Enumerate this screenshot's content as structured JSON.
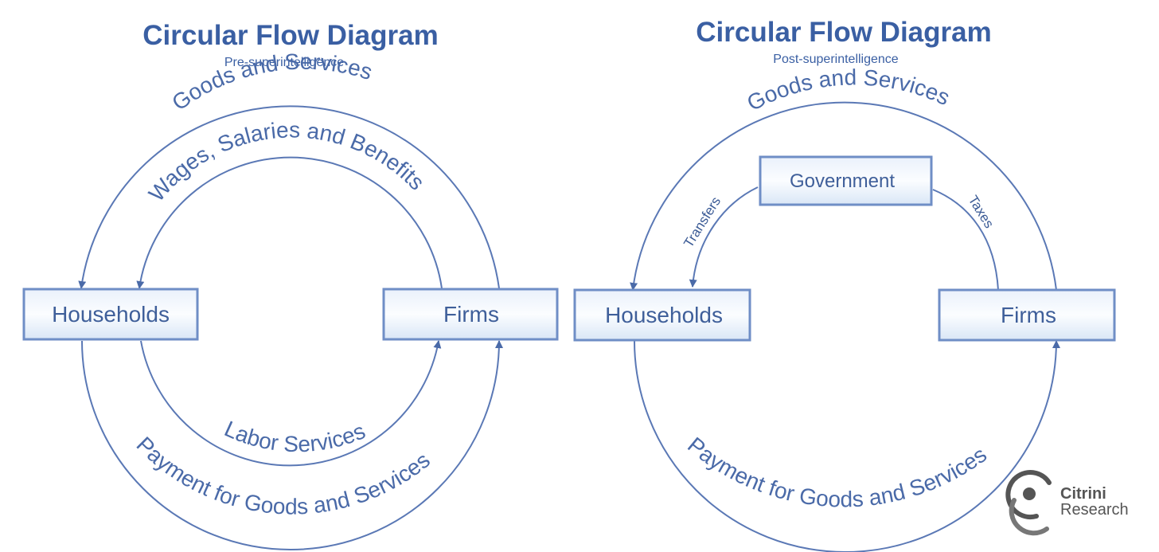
{
  "left": {
    "title": "Circular Flow Diagram",
    "subtitle": "Pre-superintelligence",
    "flows": {
      "goods_services": "Goods and Services",
      "wages": "Wages, Salaries and Benefits",
      "labor": "Labor Services",
      "payment": "Payment for Goods and Services"
    },
    "households": "Households",
    "firms": "Firms"
  },
  "right": {
    "title": "Circular Flow Diagram",
    "subtitle": "Post-superintelligence",
    "flows": {
      "goods_services": "Goods and Services",
      "transfers": "Transfers",
      "taxes": "Taxes",
      "payment": "Payment for Goods and Services"
    },
    "government": "Government",
    "households": "Households",
    "firms": "Firms"
  },
  "logo": {
    "line1": "Citrini",
    "line2": "Research"
  },
  "colors": {
    "title": "#3a5fa3",
    "flow": "#5a78b5",
    "box_border": "#6f8ec6",
    "box_fill": "#dce8f7"
  }
}
